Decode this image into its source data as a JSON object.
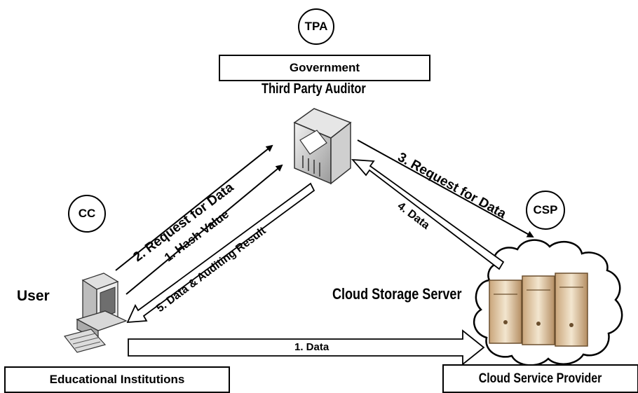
{
  "roles": {
    "tpa": "TPA",
    "cc": "CC",
    "csp": "CSP"
  },
  "labels": {
    "government": "Government",
    "third_party_auditor": "Third Party Auditor",
    "user": "User",
    "cloud_storage_server": "Cloud Storage Server",
    "educational_institutions": "Educational Institutions",
    "cloud_service_provider": "Cloud Service Provider"
  },
  "arrows": {
    "request_for_data_user": "2. Request for Data",
    "hash_value": "1. Hash Value",
    "data_auditing_result": "5. Data & Auditing Result",
    "request_for_data_csp": "3. Request for Data",
    "data_from_csp": "4. Data",
    "data_to_csp": "1. Data"
  }
}
